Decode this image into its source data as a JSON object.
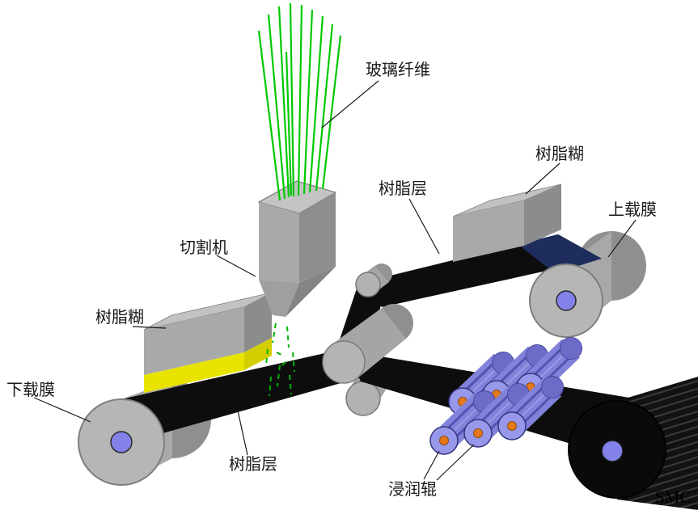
{
  "diagram": {
    "labels": {
      "glass_fiber": "玻璃纤维",
      "resin_paste_right": "树脂糊",
      "resin_layer_upper": "树脂层",
      "upper_film": "上载膜",
      "cutter": "切割机",
      "resin_paste_left": "树脂糊",
      "lower_film": "下载膜",
      "resin_layer_lower": "树脂层",
      "impregnation_roller": "浸润辊",
      "smc": "SMC"
    },
    "colors": {
      "fiber_green": "#00c800",
      "machine_gray_light": "#c4c4c4",
      "machine_gray_mid": "#a9a9a9",
      "machine_gray_dark": "#8e8e8e",
      "belt_black": "#0d0d0d",
      "resin_yellow": "#e8e400",
      "roller_blue": "#8282da",
      "core_blue": "#8282e8",
      "film_navy": "#1e2d5e",
      "dot_orange": "#e6781c",
      "label_black": "#1a1a1a"
    }
  }
}
